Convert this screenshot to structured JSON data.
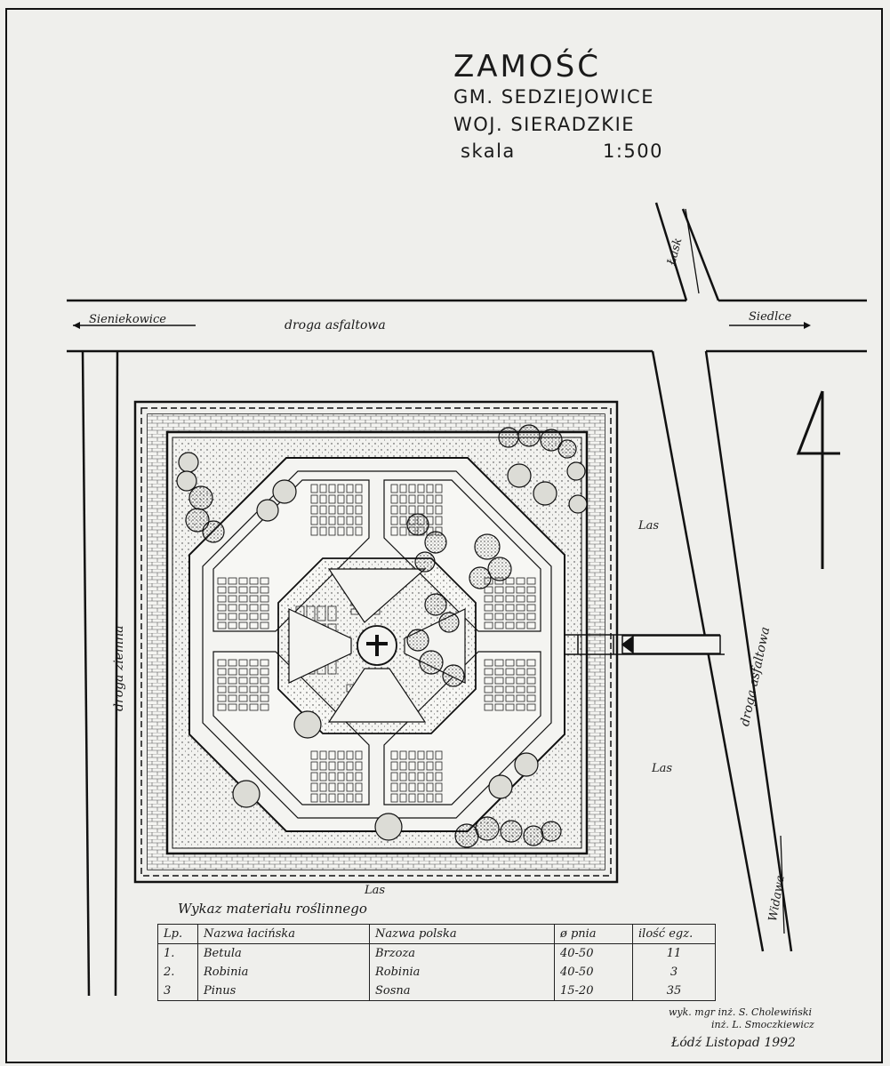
{
  "header": {
    "title": "ZAMOŚĆ",
    "gmina": "GM. SEDZIEJOWICE",
    "wojewodztwo": "WOJ. SIERADZKIE",
    "scale_label": "skala",
    "scale_value": "1:500"
  },
  "map_labels": {
    "road_west_dir": "Sieniekowice",
    "road_main": "droga asfaltowa",
    "road_east_dir": "Siedlce",
    "road_north_dir": "Łask",
    "road_dirt": "droga ziemna",
    "road_asphalt_east": "droga asfaltowa",
    "road_south_dir": "Widawa",
    "forest_ne": "Las",
    "forest_e": "Las",
    "forest_s": "Las"
  },
  "plant_list": {
    "title": "Wykaz materiału roślinnego",
    "columns": [
      "Lp.",
      "Nazwa łacińska",
      "Nazwa polska",
      "ø pnia",
      "ilość egz."
    ],
    "rows": [
      [
        "1.",
        "Betula",
        "Brzoza",
        "40-50",
        "11"
      ],
      [
        "2.",
        "Robinia",
        "Robinia",
        "40-50",
        "3"
      ],
      [
        "3",
        "Pinus",
        "Sosna",
        "15-20",
        "35"
      ]
    ]
  },
  "credits": {
    "line1": "wyk. mgr inż. S. Cholewiński",
    "line2": "inż. L. Smoczkiewicz",
    "place_date": "Łódź Listopad 1992"
  }
}
